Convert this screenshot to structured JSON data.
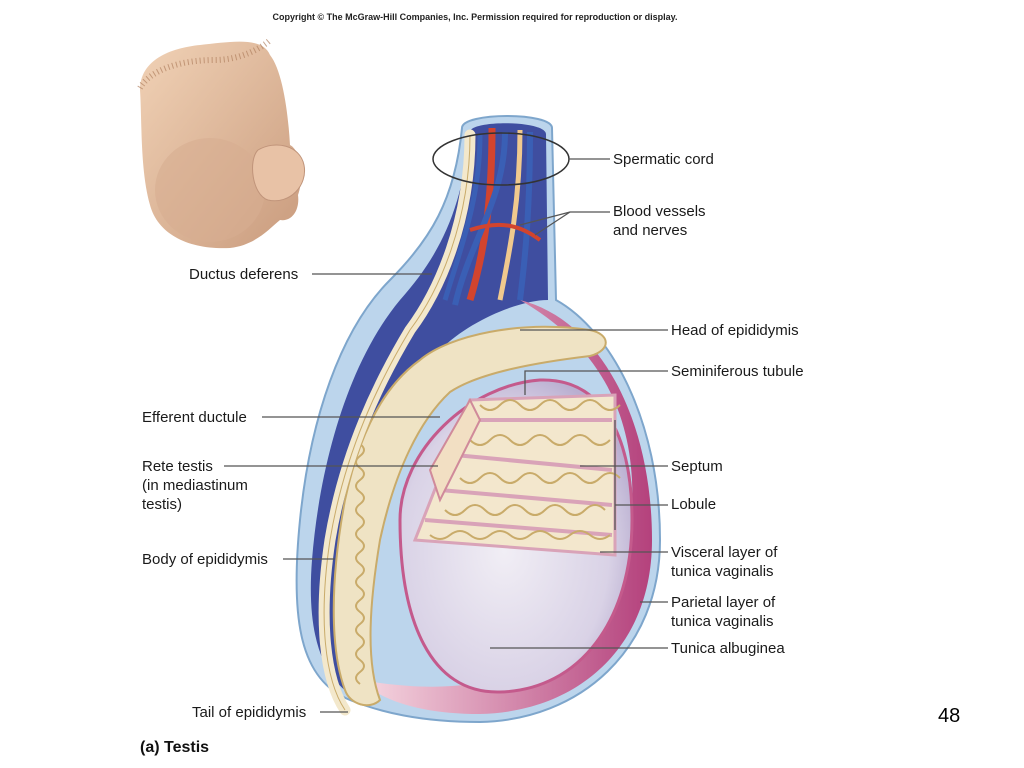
{
  "copyright": "Copyright © The McGraw-Hill Companies, Inc. Permission required for reproduction or display.",
  "labels": {
    "spermatic_cord": "Spermatic cord",
    "blood_vessels": "Blood vessels\nand nerves",
    "ductus_deferens": "Ductus deferens",
    "head_epididymis": "Head of epididymis",
    "seminiferous_tubule": "Seminiferous tubule",
    "efferent_ductule": "Efferent ductule",
    "rete_testis": "Rete testis\n(in mediastinum\ntestis)",
    "septum": "Septum",
    "lobule": "Lobule",
    "body_epididymis": "Body of epididymis",
    "visceral_layer": "Visceral layer of\ntunica vaginalis",
    "parietal_layer": "Parietal layer of\ntunica vaginalis",
    "tunica_albuginea": "Tunica albuginea",
    "tail_epididymis": "Tail of epididymis"
  },
  "caption": "(a) Testis",
  "page_number": "48",
  "colors": {
    "tunica_outer": "#a9c7e4",
    "cord_blue": "#3d4fa3",
    "artery_red": "#d2442e",
    "vein_blue": "#3a5fb5",
    "epididymis_cream": "#efe3c4",
    "tubule_outline": "#c9ab6a",
    "testis_lavender": "#ded8e8",
    "parietal_pink": "#b23a78",
    "skin_tan": "#e6c2a2",
    "leader_line": "#555555"
  }
}
